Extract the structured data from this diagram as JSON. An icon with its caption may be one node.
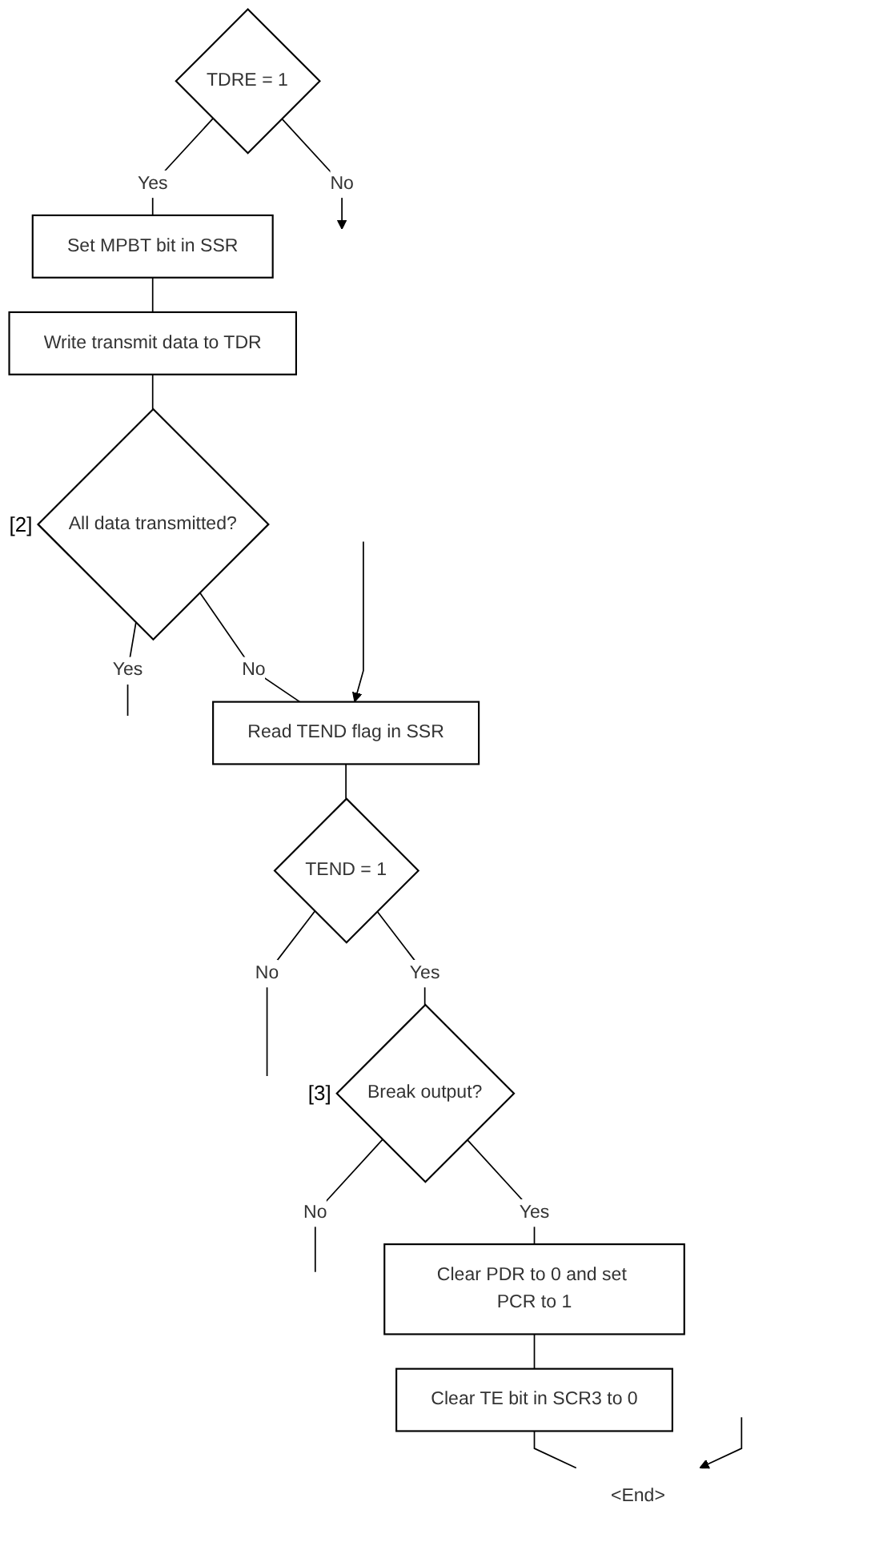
{
  "diagram": {
    "nodes": [
      {
        "text": [
          "TDRE = 1"
        ]
      },
      {
        "text": [
          "Set MPBT bit in SSR"
        ]
      },
      {
        "text": [
          "Write transmit data to TDR"
        ]
      },
      {
        "text": [
          "All data transmitted?"
        ],
        "beside": [
          "[2]"
        ]
      },
      {
        "text": [
          "Read TEND flag in SSR"
        ]
      },
      {
        "text": [
          "TEND = 1"
        ]
      },
      {
        "text": [
          "Break output?"
        ],
        "beside": [
          "[3]"
        ]
      },
      {
        "text": [
          "Clear PDR to 0 and set PCR to 1"
        ]
      },
      {
        "text": [
          "Clear TE bit in SCR3 to 0"
        ]
      },
      {
        "text": [
          "<End>"
        ]
      }
    ],
    "edges": [
      {
        "from": 0,
        "to": 1,
        "arrow": "none",
        "label": "Yes"
      },
      {
        "from": 0,
        "to": null,
        "arrow": "to",
        "label": "No"
      },
      {
        "from": 1,
        "to": 2,
        "arrow": "none"
      },
      {
        "from": 2,
        "to": 3,
        "arrow": "none"
      },
      {
        "from": 3,
        "to": null,
        "arrow": "none",
        "label": "Yes"
      },
      {
        "from": 3,
        "to": 4,
        "arrow": "none",
        "label": "No"
      },
      {
        "from": null,
        "to": 4,
        "arrow": "to"
      },
      {
        "from": 4,
        "to": 5,
        "arrow": "none"
      },
      {
        "from": 5,
        "to": null,
        "arrow": "none",
        "label": "No"
      },
      {
        "from": 5,
        "to": 6,
        "arrow": "none",
        "label": "Yes"
      },
      {
        "from": 6,
        "to": null,
        "arrow": "none",
        "label": "No"
      },
      {
        "from": 6,
        "to": 7,
        "arrow": "none",
        "label": "Yes"
      },
      {
        "from": 7,
        "to": 8,
        "arrow": "none"
      },
      {
        "from": 8,
        "to": 9,
        "arrow": "none"
      },
      {
        "from": null,
        "to": 9,
        "arrow": "to"
      }
    ]
  }
}
